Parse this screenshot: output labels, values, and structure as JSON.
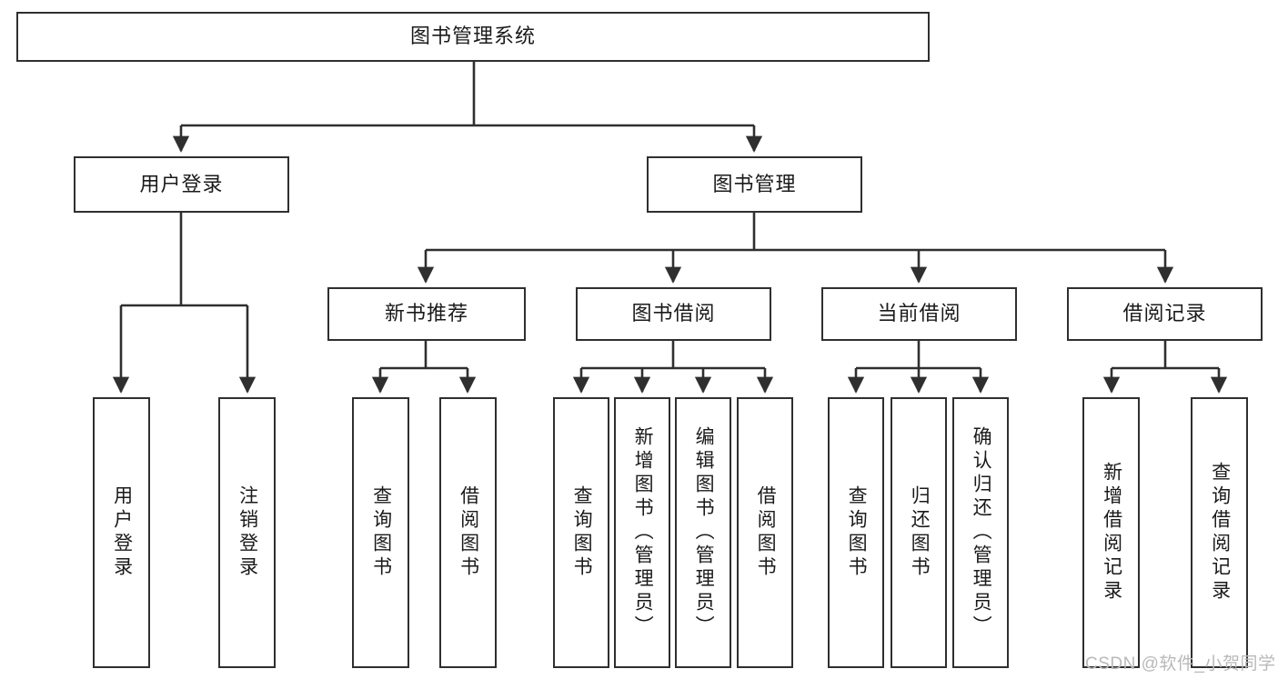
{
  "diagram": {
    "title": "图书管理系统",
    "type": "tree-hierarchy-diagram",
    "orientation": "top-down",
    "colors": {
      "box_border": "#2f2f2f",
      "box_fill": "#ffffff",
      "connector": "#2f2f2f",
      "text": "#1a1a1a",
      "watermark": "#b9b9b9",
      "background": "#ffffff"
    },
    "root": {
      "label": "图书管理系统"
    },
    "level2": [
      {
        "label": "用户登录"
      },
      {
        "label": "图书管理"
      }
    ],
    "level3": [
      {
        "label": "新书推荐"
      },
      {
        "label": "图书借阅"
      },
      {
        "label": "当前借阅"
      },
      {
        "label": "借阅记录"
      }
    ],
    "leaves": {
      "user_login": [
        {
          "label": "用户登录"
        },
        {
          "label": "注销登录"
        }
      ],
      "new_book_recommend": [
        {
          "label": "查询图书"
        },
        {
          "label": "借阅图书"
        }
      ],
      "book_borrow": [
        {
          "label": "查询图书"
        },
        {
          "label": "新增图书（管理员）"
        },
        {
          "label": "编辑图书（管理员）"
        },
        {
          "label": "借阅图书"
        }
      ],
      "current_borrow": [
        {
          "label": "查询图书"
        },
        {
          "label": "归还图书"
        },
        {
          "label": "确认归还（管理员）"
        }
      ],
      "borrow_record": [
        {
          "label": "新增借阅记录"
        },
        {
          "label": "查询借阅记录"
        }
      ]
    },
    "watermark": "CSDN @软件_小贺同学"
  }
}
